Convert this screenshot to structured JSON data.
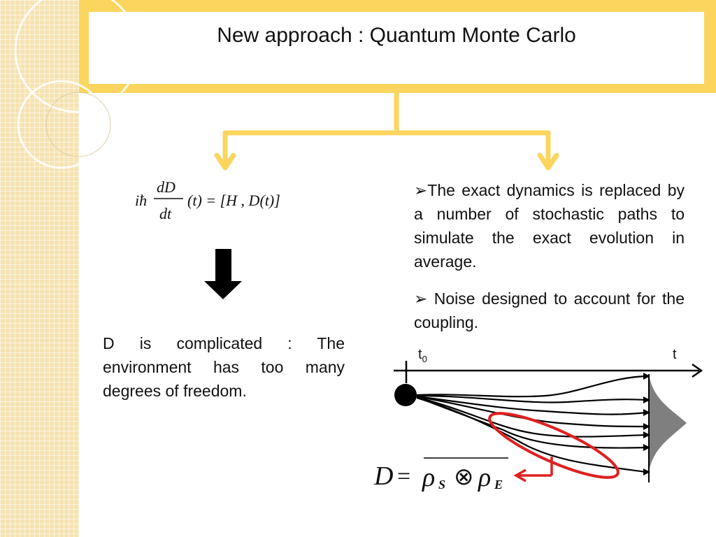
{
  "title": "New approach : Quantum Monte Carlo",
  "equation": {
    "lhs_prefix": "iħ",
    "numerator": "dD",
    "denominator": "dt",
    "rhs": "(t) = [H , D(t)]"
  },
  "left_text": "D is complicated : The environment has too many degrees of freedom.",
  "bullets": [
    "The exact dynamics is replaced by a number of stochastic paths  to simulate the exact evolution in average.",
    "Noise designed to account for the coupling."
  ],
  "bullet_marker": "➢",
  "diagram": {
    "t0_label": "t",
    "t0_sub": "0",
    "t_label": "t",
    "formula": {
      "lhs": "D",
      "eq": "=",
      "rho": "ρ",
      "sub_s": "S",
      "otimes": "⊗",
      "sub_e": "E"
    }
  },
  "colors": {
    "gold": "#fbd55e",
    "band": "#f6e3b2",
    "highlight": "#e02020",
    "distribution": "#7f7f7f"
  }
}
